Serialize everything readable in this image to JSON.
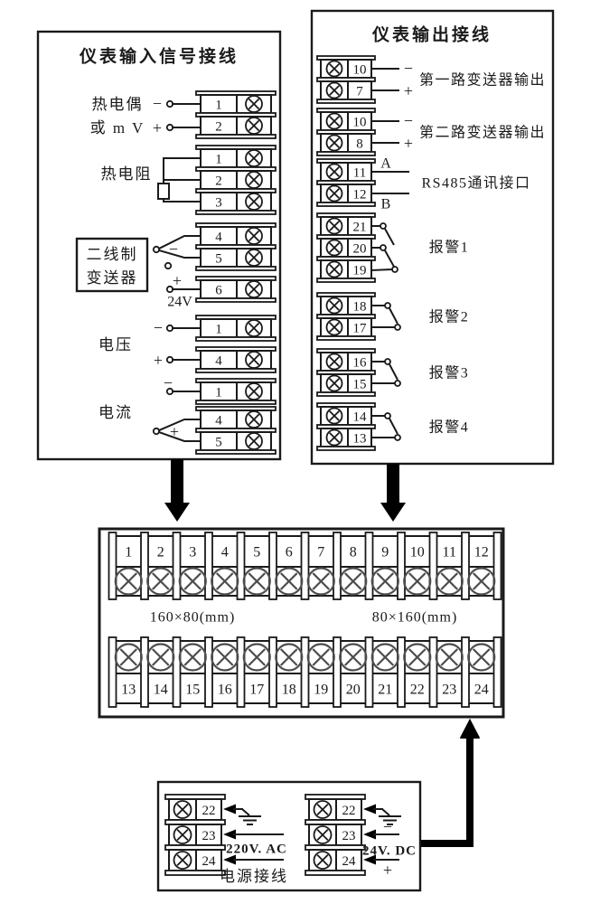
{
  "diagram": {
    "input_panel": {
      "title": "仪表输入信号接线",
      "thermocouple": {
        "label1": "热电偶",
        "label2": "或 m V",
        "minus": "−",
        "plus": "+",
        "terminals": [
          "1",
          "2"
        ]
      },
      "rtd": {
        "label": "热电阻",
        "terminals": [
          "1",
          "2",
          "3"
        ]
      },
      "transmitter": {
        "box1": "二线制",
        "box2": "变送器",
        "minus": "−",
        "plus": "+",
        "volt": "24V",
        "terminals_signal": [
          "4",
          "5"
        ],
        "terminals_power": [
          "6"
        ]
      },
      "voltage": {
        "label": "电压",
        "minus": "−",
        "plus": "+",
        "terminals_minus": [
          "1"
        ],
        "terminals_plus": [
          "4"
        ]
      },
      "current": {
        "label": "电流",
        "minus": "−",
        "plus": "+",
        "terminals_minus": [
          "1"
        ],
        "terminals_plus": [
          "4",
          "5"
        ]
      }
    },
    "output_panel": {
      "title": "仪表输出接线",
      "transmitter1": {
        "terminals": [
          "10",
          "7"
        ],
        "minus": "−",
        "plus": "+",
        "label": "第一路变送器输出"
      },
      "transmitter2": {
        "terminals": [
          "10",
          "8"
        ],
        "minus": "−",
        "plus": "+",
        "label": "第二路变送器输出"
      },
      "rs485": {
        "terminals": [
          "11",
          "12"
        ],
        "mark_a": "A",
        "mark_b": "B",
        "label": "RS485通讯接口"
      },
      "alarm1": {
        "terminals": [
          "21",
          "20",
          "19"
        ],
        "label": "报警1"
      },
      "alarm2": {
        "terminals": [
          "18",
          "17"
        ],
        "label": "报警2"
      },
      "alarm3": {
        "terminals": [
          "16",
          "15"
        ],
        "label": "报警3"
      },
      "alarm4": {
        "terminals": [
          "14",
          "13"
        ],
        "label": "报警4"
      }
    },
    "terminal_strip": {
      "top": [
        "1",
        "2",
        "3",
        "4",
        "5",
        "6",
        "7",
        "8",
        "9",
        "10",
        "11",
        "12"
      ],
      "bottom": [
        "13",
        "14",
        "15",
        "16",
        "17",
        "18",
        "19",
        "20",
        "21",
        "22",
        "23",
        "24"
      ],
      "dim_left": "160×80(mm)",
      "dim_right": "80×160(mm)"
    },
    "power_panel": {
      "title": "电源接线",
      "ac": {
        "terminals": [
          "22",
          "23",
          "24"
        ],
        "label": "220V. AC"
      },
      "dc": {
        "terminals": [
          "22",
          "23",
          "24"
        ],
        "label": "24V. DC",
        "minus": "−",
        "plus": "+"
      }
    }
  }
}
